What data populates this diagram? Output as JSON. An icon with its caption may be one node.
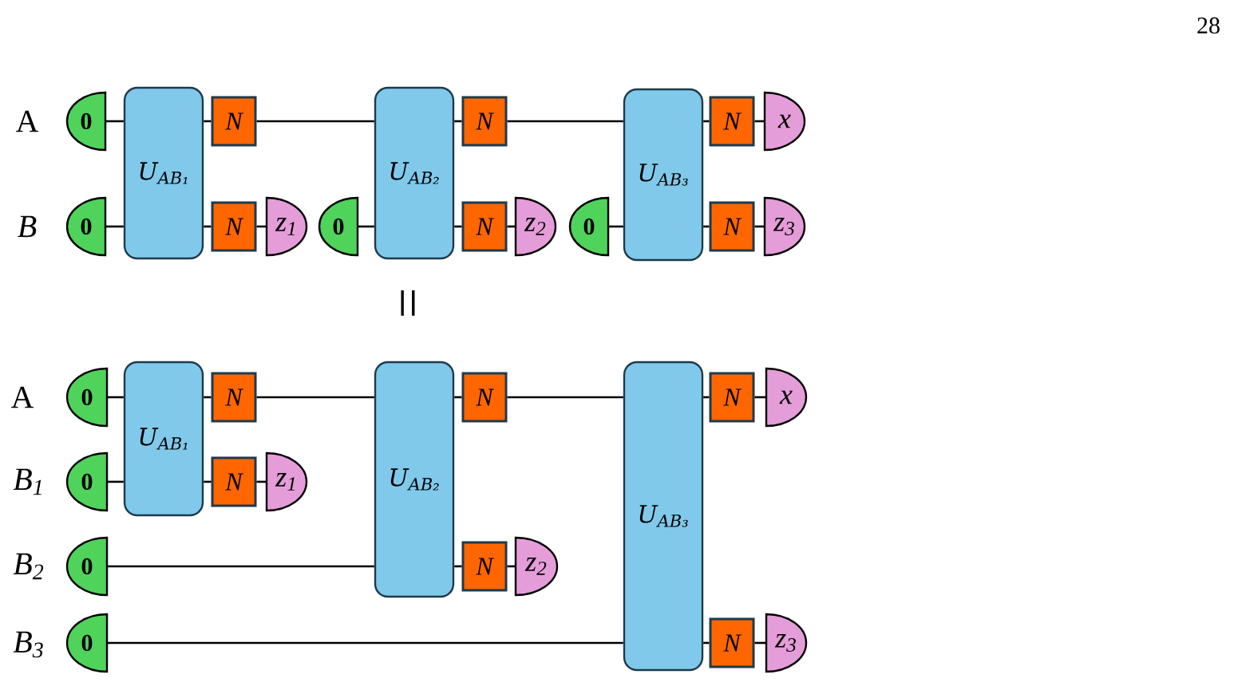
{
  "diagram": {
    "nodes": [
      {
        "text": [
          "0"
        ]
      },
      {
        "text": [
          "0"
        ]
      },
      {
        "text": [
          "U$_{AB₁}$"
        ]
      },
      {
        "text": [
          "N"
        ]
      },
      {
        "text": [
          "N"
        ]
      },
      {
        "text": [
          "z$_{1}$"
        ]
      },
      {
        "text": [
          "0"
        ]
      },
      {
        "text": [
          "U$_{AB₂}$"
        ]
      },
      {
        "text": [
          "N"
        ]
      },
      {
        "text": [
          "N"
        ]
      },
      {
        "text": [
          "z$_{2}$"
        ]
      },
      {
        "text": [
          "0"
        ]
      },
      {
        "text": [
          "U$_{AB₃}$"
        ]
      },
      {
        "text": [
          "N"
        ]
      },
      {
        "text": [
          "x"
        ]
      },
      {
        "text": [
          "N"
        ]
      },
      {
        "text": [
          "z$_{3}$"
        ]
      },
      {
        "text": [
          "0"
        ]
      },
      {
        "text": [
          "0"
        ]
      },
      {
        "text": [
          "0"
        ]
      },
      {
        "text": [
          "0"
        ]
      },
      {
        "text": [
          "U$_{AB₁}$"
        ]
      },
      {
        "text": [
          "N"
        ]
      },
      {
        "text": [
          "N"
        ]
      },
      {
        "text": [
          "z$_{1}$"
        ]
      },
      {
        "text": [
          "U$_{AB₂}$"
        ]
      },
      {
        "text": [
          "N"
        ]
      },
      {
        "text": [
          "N"
        ]
      },
      {
        "text": [
          "z$_{2}$"
        ]
      },
      {
        "text": [
          "U$_{AB₃}$"
        ]
      },
      {
        "text": [
          "N"
        ]
      },
      {
        "text": [
          "x"
        ]
      },
      {
        "text": [
          "N"
        ]
      },
      {
        "text": [
          "z$_{3}$"
        ]
      }
    ],
    "edges": [
      {
        "from": 0,
        "to": 2,
        "arrow": "none"
      },
      {
        "from": 1,
        "to": 2,
        "arrow": "none"
      },
      {
        "from": 2,
        "to": 3,
        "arrow": "none"
      },
      {
        "from": 2,
        "to": 4,
        "arrow": "none"
      },
      {
        "from": 4,
        "to": 5,
        "arrow": "none"
      },
      {
        "from": 3,
        "to": 7,
        "arrow": "none"
      },
      {
        "from": 6,
        "to": 7,
        "arrow": "none"
      },
      {
        "from": 7,
        "to": 8,
        "arrow": "none"
      },
      {
        "from": 7,
        "to": 9,
        "arrow": "none"
      },
      {
        "from": 9,
        "to": 10,
        "arrow": "none"
      },
      {
        "from": 8,
        "to": 12,
        "arrow": "none"
      },
      {
        "from": 11,
        "to": 12,
        "arrow": "none"
      },
      {
        "from": 12,
        "to": 13,
        "arrow": "none"
      },
      {
        "from": 13,
        "to": 14,
        "arrow": "none"
      },
      {
        "from": 12,
        "to": 15,
        "arrow": "none"
      },
      {
        "from": 15,
        "to": 16,
        "arrow": "none"
      },
      {
        "from": 17,
        "to": 21,
        "arrow": "none"
      },
      {
        "from": 18,
        "to": 21,
        "arrow": "none"
      },
      {
        "from": 21,
        "to": 22,
        "arrow": "none"
      },
      {
        "from": 21,
        "to": 23,
        "arrow": "none"
      },
      {
        "from": 23,
        "to": 24,
        "arrow": "none"
      },
      {
        "from": 22,
        "to": 25,
        "arrow": "none"
      },
      {
        "from": 19,
        "to": 25,
        "arrow": "none"
      },
      {
        "from": 25,
        "to": 26,
        "arrow": "none"
      },
      {
        "from": 25,
        "to": 27,
        "arrow": "none"
      },
      {
        "from": 27,
        "to": 28,
        "arrow": "none"
      },
      {
        "from": 26,
        "to": 29,
        "arrow": "none"
      },
      {
        "from": 20,
        "to": 29,
        "arrow": "none"
      },
      {
        "from": 29,
        "to": 30,
        "arrow": "none"
      },
      {
        "from": 30,
        "to": 31,
        "arrow": "none"
      },
      {
        "from": 29,
        "to": 32,
        "arrow": "none"
      },
      {
        "from": 32,
        "to": 33,
        "arrow": "none"
      }
    ],
    "labels": [
      "28",
      "A",
      "B",
      "=",
      "A",
      "B$_{1}$",
      "B$_{2}$",
      "B$_{3}$"
    ]
  }
}
